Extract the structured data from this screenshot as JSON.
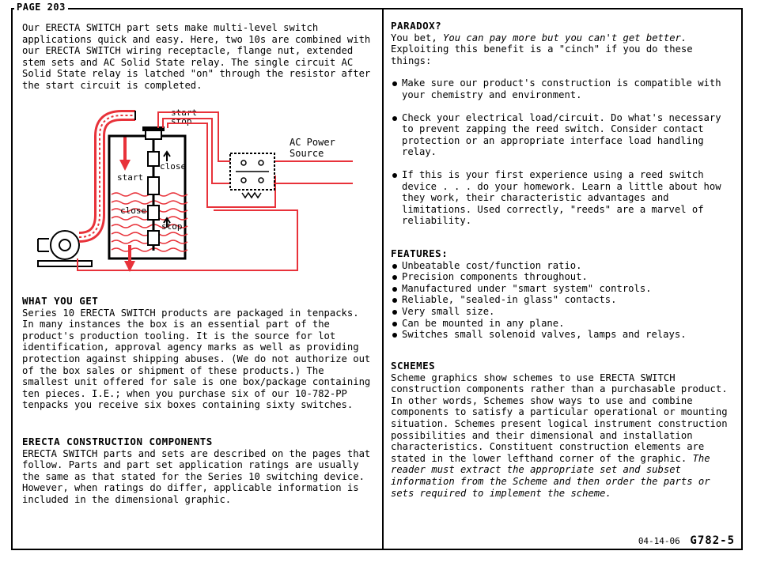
{
  "page_label": "PAGE 203",
  "intro": "Our ERECTA SWITCH part sets make multi-level switch applications quick and easy. Here, two 10s are combined with our ERECTA SWITCH wiring receptacle, flange nut, extended stem sets and AC Solid State relay. The single circuit AC Solid State relay is latched \"on\" through the resistor after the start circuit is completed.",
  "diagram": {
    "start_top": "start",
    "stop_top": "stop",
    "ac_power_line1": "AC Power",
    "ac_power_line2": "Source",
    "start_inner": "start",
    "close_top": "close",
    "close_bottom": "close",
    "stop_inner": "stop",
    "colors": {
      "pipe": "#e8323a",
      "line": "#e8323a",
      "ink": "#000000"
    }
  },
  "what_you_get": {
    "heading": "WHAT YOU GET",
    "body": "Series 10 ERECTA SWITCH products are packaged in tenpacks. In many instances the box is an essential part of the product's production tooling. It is the source for lot identification, approval agency marks as well as providing protection against shipping abuses. (We do not authorize out of the box sales or shipment of these products.) The smallest unit offered for sale is one box/package containing ten pieces. I.E.; when you purchase six of our 10-782-PP tenpacks you receive six boxes containing sixty switches."
  },
  "construction": {
    "heading": "ERECTA CONSTRUCTION COMPONENTS",
    "body": "ERECTA SWITCH parts and sets are described on the pages that follow. Parts and part set application ratings are usually the same as that stated for the Series 10 switching device. However, when ratings do differ, applicable information is included in the dimensional graphic."
  },
  "paradox": {
    "heading": "PARADOX?",
    "lead": "You bet,",
    "lead_italic": "You can pay more but you can't get better.",
    "lead_tail": "Exploiting this benefit is a \"cinch\" if you do these things:",
    "bullets": [
      "Make sure our product's construction is compatible with your chemistry and environment.",
      "Check your electrical load/circuit. Do what's necessary to prevent zapping the reed switch. Consider contact protection or an appropriate interface load handling relay.",
      "If this is your first experience using a reed switch device . . . do your homework. Learn a little about how they work, their characteristic advantages and limitations. Used correctly, \"reeds\"  are a marvel of reliability."
    ]
  },
  "features": {
    "heading": "FEATURES:",
    "items": [
      "Unbeatable cost/function ratio.",
      "Precision components throughout.",
      "Manufactured under \"smart system\" controls.",
      "Reliable, \"sealed-in glass\" contacts.",
      "Very small size.",
      "Can be mounted in any plane.",
      "Switches small solenoid valves, lamps and relays."
    ]
  },
  "schemes": {
    "heading": "SCHEMES",
    "body": "Scheme graphics show schemes to use ERECTA SWITCH construction components rather than a purchasable product. In other words, Schemes show ways to use and combine components to satisfy a particular operational or mounting situation. Schemes present logical instrument construction possibilities and their dimensional and installation characteristics. Constituent construction elements are stated in the lower lefthand corner of the graphic.",
    "italic_tail": "The reader must extract the appropriate set and subset information from the Scheme and then order the parts or sets required to implement the scheme."
  },
  "footer": {
    "date": "04-14-06",
    "code": "G782-5"
  }
}
